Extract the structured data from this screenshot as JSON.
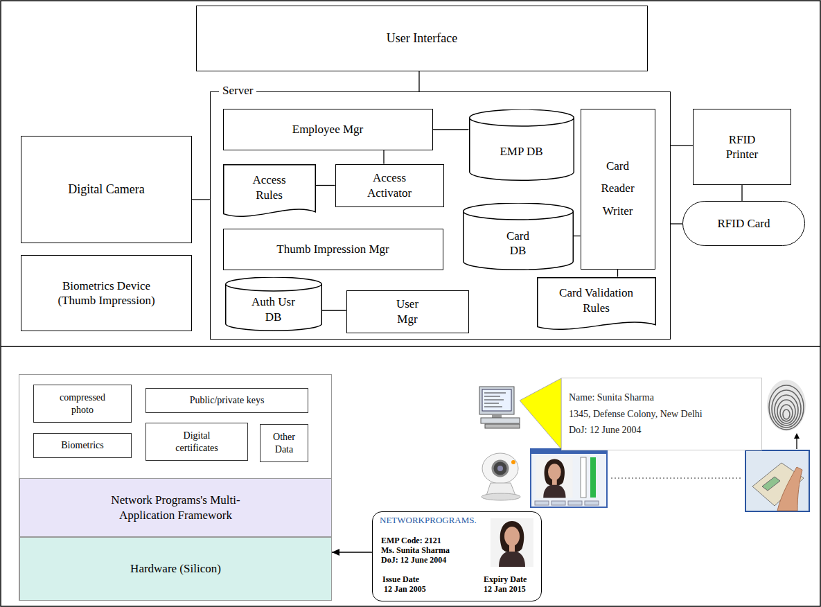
{
  "diagram": {
    "nodes": [
      {
        "text": [
          "User Interface"
        ]
      },
      {
        "text": [
          "Digital Camera"
        ]
      },
      {
        "text": [
          "Server"
        ]
      },
      {
        "text": [
          "Employee Mgr"
        ],
        "in": 2
      },
      {
        "text": [
          "EMP DB"
        ],
        "in": 2
      },
      {
        "text": [
          "Card Reader Writer"
        ],
        "in": 2
      },
      {
        "text": [
          "Access Rules"
        ],
        "in": 2
      },
      {
        "text": [
          "Access Activator"
        ],
        "in": 2
      },
      {
        "text": [
          "Card DB"
        ],
        "in": 2
      },
      {
        "text": [
          "Thumb Impression Mgr"
        ],
        "in": 2
      },
      {
        "text": [
          "Auth Usr DB"
        ],
        "in": 2
      },
      {
        "text": [
          "User Mgr"
        ],
        "in": 2
      },
      {
        "text": [
          "Card Validation Rules"
        ],
        "in": 2
      },
      {
        "text": [
          "RFID Printer"
        ]
      },
      {
        "text": [
          "RFID Card"
        ]
      },
      {
        "text": [
          "Biometrics Device (Thumb Impression)"
        ]
      },
      {
        "text": [
          "compressed photo"
        ]
      },
      {
        "text": [
          "Public/private keys"
        ]
      },
      {
        "text": [
          "Biometrics"
        ]
      },
      {
        "text": [
          "Digital certificates"
        ]
      },
      {
        "text": [
          "Other Data"
        ]
      },
      {
        "text": [
          "Network Programs's Multi-Application Framework"
        ]
      },
      {
        "text": [
          "Hardware (Silicon)"
        ]
      },
      {
        "text": [
          "Name: Sunita Sharma",
          "1345, Defense Colony, New Delhi",
          "DoJ: 12 June 2004"
        ]
      },
      {
        "text": [
          "NETWORKPROGRAMS.",
          "EMP Code: 2121",
          "Ms. Sunita Sharma",
          "DoJ: 12 June 2004",
          "Issue Date",
          "12 Jan 2005",
          "Expiry Date",
          "12 Jan 2015"
        ]
      }
    ],
    "edges": [
      {
        "from": 0,
        "to": 2,
        "arrow": "none"
      },
      {
        "from": 1,
        "to": 2,
        "arrow": "none"
      },
      {
        "from": 2,
        "to": 13,
        "arrow": "none"
      },
      {
        "from": 2,
        "to": 14,
        "arrow": "none"
      },
      {
        "from": 13,
        "to": 14,
        "arrow": "none"
      },
      {
        "from": 3,
        "to": 4,
        "arrow": "none"
      },
      {
        "from": 3,
        "to": 7,
        "arrow": "none"
      },
      {
        "from": 6,
        "to": 7,
        "arrow": "none"
      },
      {
        "from": 8,
        "to": 5,
        "arrow": "none"
      },
      {
        "from": 5,
        "to": 12,
        "arrow": "none"
      },
      {
        "from": 10,
        "to": 11,
        "arrow": "none"
      },
      {
        "from": 24,
        "to": 22,
        "arrow": "to"
      }
    ]
  }
}
